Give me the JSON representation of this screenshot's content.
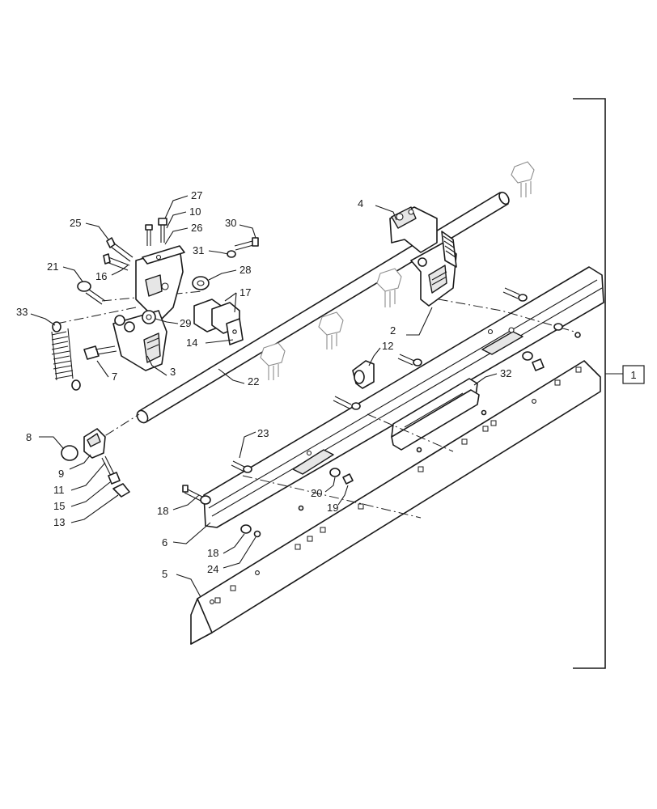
{
  "diagram": {
    "assembly_ref": "1",
    "callouts": [
      "2",
      "3",
      "4",
      "5",
      "6",
      "7",
      "8",
      "9",
      "10",
      "11",
      "12",
      "13",
      "14",
      "15",
      "16",
      "17",
      "18",
      "18",
      "19",
      "20",
      "21",
      "22",
      "23",
      "24",
      "25",
      "26",
      "27",
      "28",
      "29",
      "30",
      "31",
      "32",
      "33"
    ],
    "parts": [
      "shaft",
      "blade",
      "mounting-bar",
      "end-collar",
      "handle",
      "left-bracket",
      "right-bracket",
      "left-pivot-plate",
      "tension-spring",
      "clamp-block",
      "elbow-fitting",
      "bolt",
      "washer",
      "nut",
      "carriage-bolt",
      "cap-plug"
    ]
  }
}
